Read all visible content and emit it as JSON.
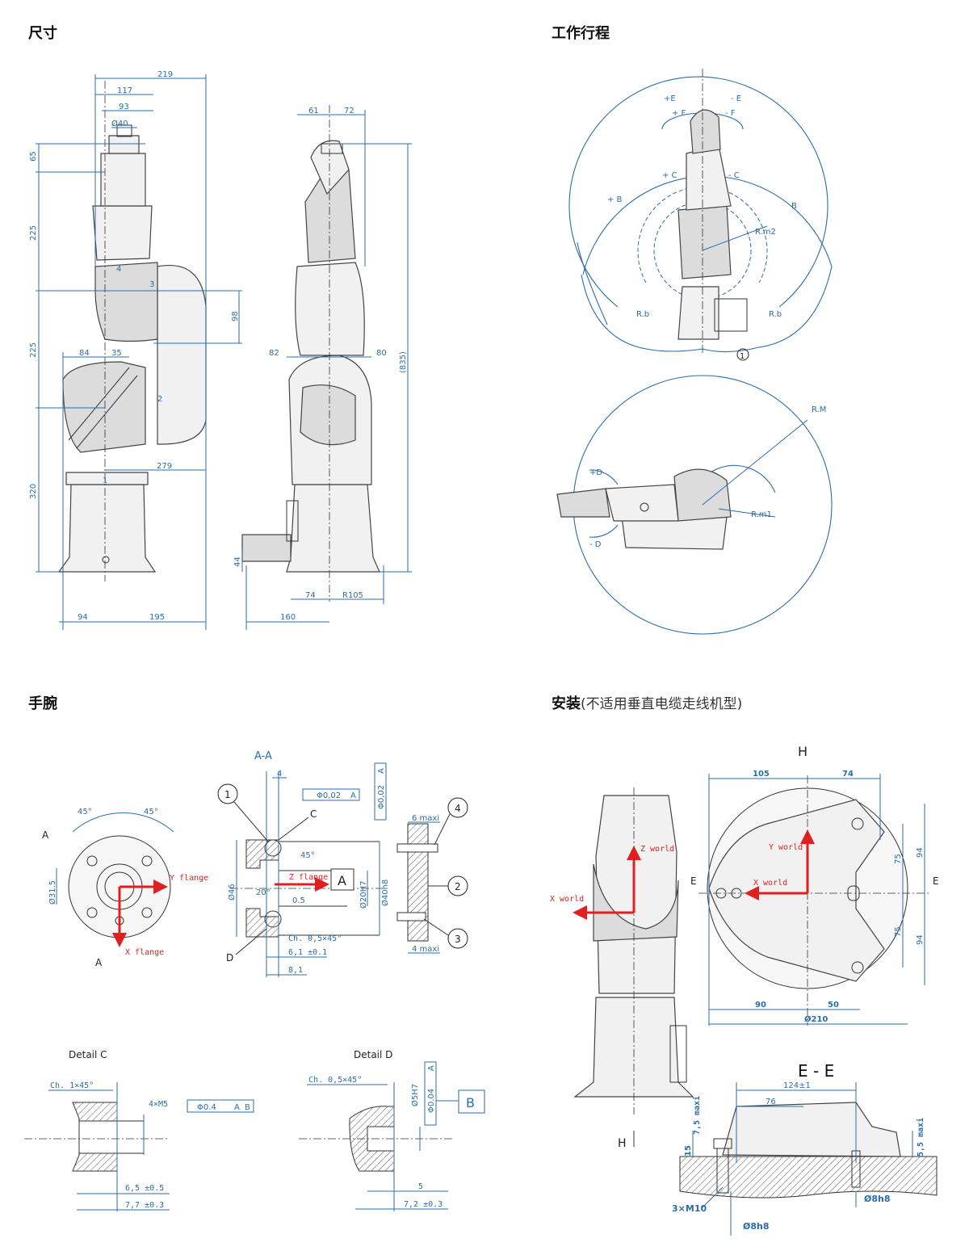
{
  "sections": {
    "dimensions": "尺寸",
    "travel": "工作行程",
    "wrist": "手腕",
    "install": "安装",
    "install_note": "(不适用垂直电缆走线机型)"
  },
  "dim_labels": {
    "d219": "219",
    "d117": "117",
    "d93": "93",
    "d40": "Ø40",
    "d65": "65",
    "d225a": "225",
    "d225b": "225",
    "d320": "320",
    "d98": "98",
    "d84": "84",
    "d35": "35",
    "d279": "279",
    "d94": "94",
    "d195": "195",
    "d61": "61",
    "d72": "72",
    "d82": "82",
    "d80": "80",
    "d835": "(835)",
    "d44": "44",
    "d74": "74",
    "dR105": "R105",
    "d160": "160",
    "j1": "1",
    "j2": "2",
    "j3": "3",
    "j4": "4"
  },
  "travel_labels": {
    "pE": "+E",
    "mE": "- E",
    "pF": "+ F",
    "mF": "- F",
    "pC": "+ C",
    "mC": "- C",
    "pB": "+ B",
    "B": "B",
    "Rm2": "R.m2",
    "Rb1": "R.b",
    "Rb2": "R.b",
    "callout1": "1",
    "RM": "R.M",
    "pD": "+D",
    "mD": "- D",
    "Rm1": "R.m1"
  },
  "wrist_labels": {
    "aa": "A-A",
    "a_mark1": "A",
    "a_mark2": "A",
    "a45a": "45°",
    "a45b": "45°",
    "d31": "Ø31.5",
    "y_flange": "Y flange",
    "x_flange": "X flange",
    "c1": "1",
    "c2": "2",
    "c3": "3",
    "c4": "4",
    "C": "C",
    "D": "D",
    "d4": "4",
    "tol1": "Φ0,02",
    "tol1_ref": "A",
    "tol2": "Φ0,02",
    "tol2_ref": "A",
    "d6maxi": "6 maxi",
    "d4maxi": "4 maxi",
    "z_flange": "Z flange",
    "datum_A": "A",
    "d46": "Ø46",
    "d20": "Ø20H7",
    "d40h8": "Ø40h8",
    "ang45": "45°",
    "ang20": "20°",
    "d05": "0.5",
    "ch": "Ch. 0,5×45°",
    "d61": "6,1 ±0.1",
    "d81": "8,1",
    "detailC": "Detail C",
    "detailD": "Detail D",
    "chC": "Ch. 1×45°",
    "m5": "4×M5",
    "tolC": "Φ0.4",
    "tolC_A": "A",
    "tolC_B": "B",
    "d65C": "6,5 ±0.5",
    "d77C": "7,7 ±0.3",
    "chD": "Ch. 0,5×45°",
    "d5h7": "Ø5H7",
    "tolD": "Φ0.04",
    "tolD_A": "A",
    "datum_B": "B",
    "d5D": "5",
    "d72D": "7,2 ±0.3"
  },
  "install_labels": {
    "H_top": "H",
    "H_bot": "H",
    "d105": "105",
    "d74": "74",
    "z_world": "Z world",
    "y_world": "Y world",
    "x_world": "X world",
    "x_world2": "X world",
    "E_left": "E",
    "E_right": "E",
    "d75a": "75",
    "d75b": "75",
    "d94a": "94",
    "d94b": "94",
    "d90": "90",
    "d50": "50",
    "d210": "Ø210",
    "EE": "E - E",
    "d124": "124±1",
    "d76": "76",
    "d75max": "7,5 maxi",
    "d15": "15",
    "d55max": "5,5 maxi",
    "m10": "3×M10",
    "d8h8a": "Ø8h8",
    "d8h8b": "Ø8h8"
  }
}
